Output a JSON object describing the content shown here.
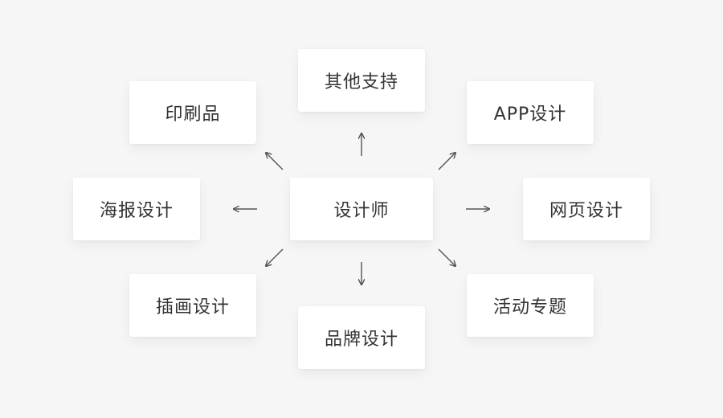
{
  "diagram": {
    "center": "设计师",
    "nodes": {
      "top": "其他支持",
      "top_left": "印刷品",
      "top_right": "APP设计",
      "left": "海报设计",
      "right": "网页设计",
      "bottom_left": "插画设计",
      "bottom": "品牌设计",
      "bottom_right": "活动专题"
    }
  },
  "colors": {
    "background": "#f6f6f6",
    "node_fill": "#ffffff",
    "text": "#333333",
    "arrow": "#555555"
  }
}
